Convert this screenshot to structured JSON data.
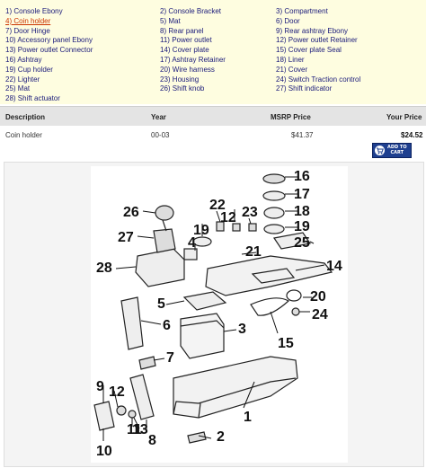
{
  "parts": [
    {
      "label": "1) Console Ebony",
      "active": false
    },
    {
      "label": "2) Console Bracket",
      "active": false
    },
    {
      "label": "3) Compartment",
      "active": false
    },
    {
      "label": "4) Coin holder",
      "active": true
    },
    {
      "label": "5) Mat",
      "active": false
    },
    {
      "label": "6) Door",
      "active": false
    },
    {
      "label": "7) Door Hinge",
      "active": false
    },
    {
      "label": "8) Rear panel",
      "active": false
    },
    {
      "label": "9) Rear ashtray Ebony",
      "active": false
    },
    {
      "label": "10) Accessory panel Ebony",
      "active": false
    },
    {
      "label": "11) Power outlet",
      "active": false
    },
    {
      "label": "12) Power outlet Retainer",
      "active": false
    },
    {
      "label": "13) Power outlet Connector",
      "active": false
    },
    {
      "label": "14) Cover plate",
      "active": false
    },
    {
      "label": "15) Cover plate Seal",
      "active": false
    },
    {
      "label": "16) Ashtray",
      "active": false
    },
    {
      "label": "17) Ashtray Retainer",
      "active": false
    },
    {
      "label": "18) Liner",
      "active": false
    },
    {
      "label": "19) Cup holder",
      "active": false
    },
    {
      "label": "20) Wire harness",
      "active": false
    },
    {
      "label": "21) Cover",
      "active": false
    },
    {
      "label": "22) Lighter",
      "active": false
    },
    {
      "label": "23) Housing",
      "active": false
    },
    {
      "label": "24) Switch Traction control",
      "active": false
    },
    {
      "label": "25) Mat",
      "active": false
    },
    {
      "label": "26) Shift knob",
      "active": false
    },
    {
      "label": "27) Shift indicator",
      "active": false
    },
    {
      "label": "28) Shift actuator",
      "active": false
    }
  ],
  "table": {
    "headers": {
      "description": "Description",
      "year": "Year",
      "msrp": "MSRP Price",
      "your_price": "Your Price"
    },
    "row": {
      "description": "Coin holder",
      "year": "00-03",
      "msrp": "$41.37",
      "your_price": "$24.52"
    }
  },
  "cart_button": {
    "line1": "ADD TO",
    "line2": "CART"
  },
  "diagram": {
    "callouts": [
      "1",
      "2",
      "3",
      "4",
      "5",
      "6",
      "7",
      "8",
      "9",
      "10",
      "11",
      "12",
      "12",
      "13",
      "14",
      "15",
      "16",
      "17",
      "18",
      "19",
      "19",
      "20",
      "21",
      "22",
      "23",
      "24",
      "25",
      "26",
      "27",
      "28"
    ]
  },
  "colors": {
    "panel_bg": "#fefde0",
    "link": "#1a1a7a",
    "active_link": "#cc3300",
    "header_bg": "#e4e4e4",
    "cart_bg": "#1e3f8f"
  }
}
